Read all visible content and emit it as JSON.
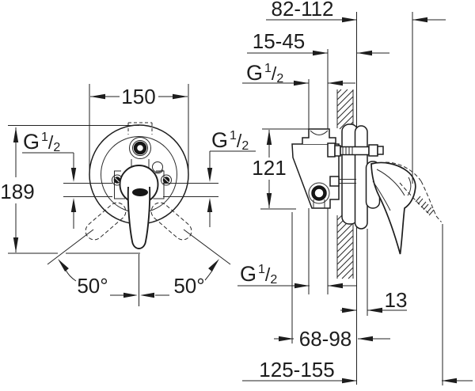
{
  "drawing": {
    "title": "concealed-mixer-installation-dimensions",
    "g_half": {
      "g": "G",
      "sup": "1",
      "slash": "/",
      "sub": "2"
    },
    "front_view": {
      "plate_diameter": "150",
      "overall_height": "189",
      "lever_angle_left": "50°",
      "lever_angle_right": "50°"
    },
    "side_view": {
      "lever_projection_range": "82-112",
      "mounting_depth_range": "15-45",
      "port_distance": "121",
      "plate_thickness": "13",
      "body_to_wall_range": "68-98",
      "lever_reach_range": "125-155"
    },
    "colors": {
      "line": "#1d1d1d",
      "background": "#ffffff"
    }
  }
}
